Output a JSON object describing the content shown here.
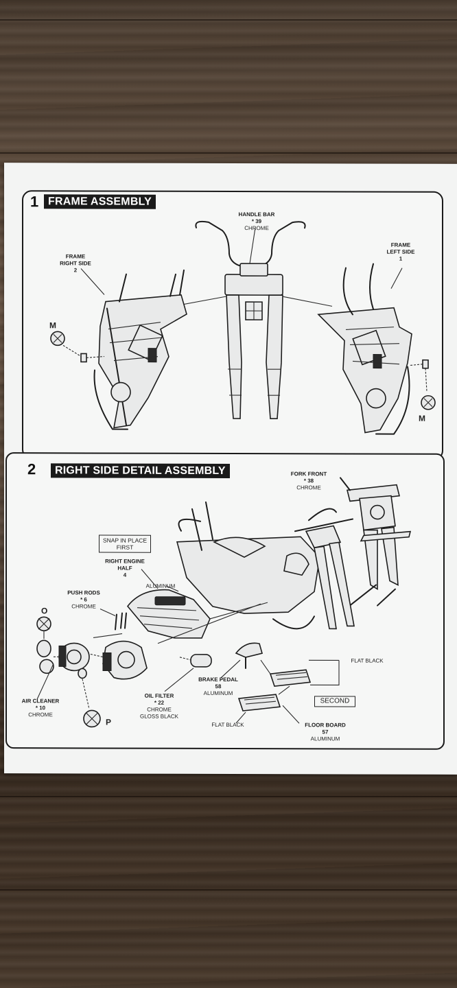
{
  "section1": {
    "number": "1",
    "title": "FRAME ASSEMBLY",
    "labels": {
      "handle_bar": {
        "name": "HANDLE BAR",
        "part": "* 39",
        "finish": "CHROME"
      },
      "frame_right": {
        "name1": "FRAME",
        "name2": "RIGHT SIDE",
        "part": "2"
      },
      "frame_left": {
        "name1": "FRAME",
        "name2": "LEFT SIDE",
        "part": "1"
      }
    },
    "markers": {
      "left": "M",
      "right": "M"
    }
  },
  "section2": {
    "number": "2",
    "title": "RIGHT SIDE DETAIL ASSEMBLY",
    "labels": {
      "fork_front": {
        "name": "FORK FRONT",
        "part": "* 38",
        "finish": "CHROME"
      },
      "snap": {
        "line1": "SNAP IN PLACE",
        "line2": "FIRST"
      },
      "engine": {
        "name1": "RIGHT ENGINE",
        "name2": "HALF",
        "part": "4"
      },
      "aluminum": "ALUMINUM",
      "push_rods": {
        "name": "PUSH RODS",
        "part": "* 6",
        "finish": "CHROME"
      },
      "air_cleaner": {
        "name": "AIR CLEANER",
        "part": "* 10",
        "finish": "CHROME"
      },
      "oil_filter": {
        "name": "OIL FILTER",
        "part": "* 22",
        "finish1": "CHROME",
        "finish2": "GLOSS BLACK"
      },
      "brake_pedal": {
        "name": "BRAKE PEDAL",
        "part": "58",
        "finish": "ALUMINUM"
      },
      "flat_black_top": "FLAT BLACK",
      "flat_black_bottom": "FLAT BLACK",
      "second": "SECOND",
      "floor_board": {
        "name": "FLOOR BOARD",
        "part": "57",
        "finish": "ALUMINUM"
      }
    },
    "markers": {
      "o": "O",
      "p": "P"
    }
  },
  "colors": {
    "paper": "#f3f4f3",
    "ink": "#1a1a1a",
    "wood": "#5b4a3b"
  }
}
